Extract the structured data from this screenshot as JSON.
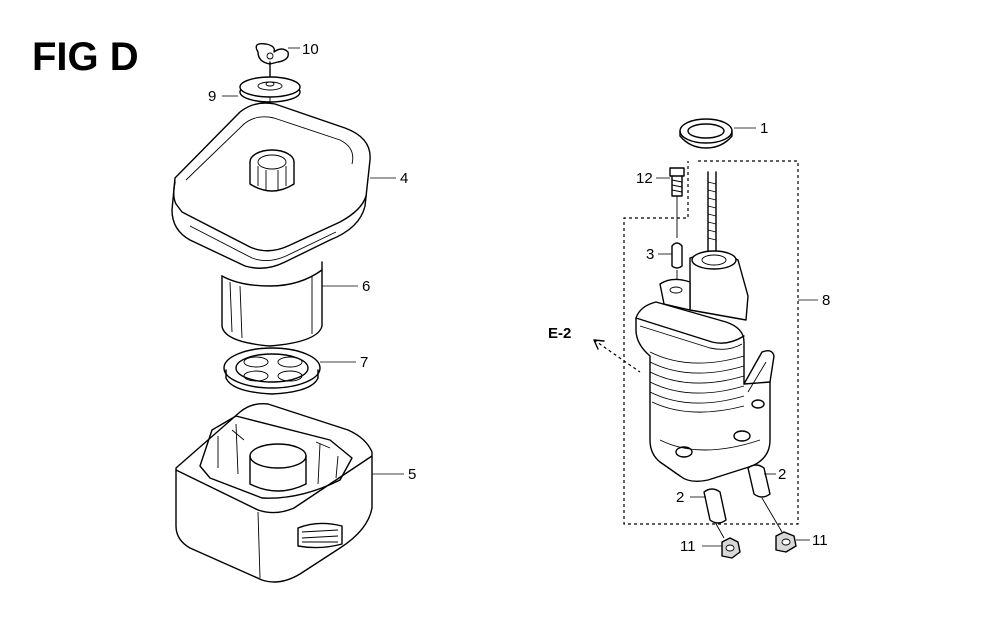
{
  "figure": {
    "title": "FIG D"
  },
  "callouts": {
    "c1": "1",
    "c2a": "2",
    "c2b": "2",
    "c3": "3",
    "c4": "4",
    "c5": "5",
    "c6": "6",
    "c7": "7",
    "c8": "8",
    "c9": "9",
    "c10": "10",
    "c11a": "11",
    "c11b": "11",
    "c12": "12"
  },
  "reference": {
    "label": "E-2"
  },
  "colors": {
    "line": "#000000",
    "background": "#ffffff",
    "shade": "#d8d8d8"
  }
}
